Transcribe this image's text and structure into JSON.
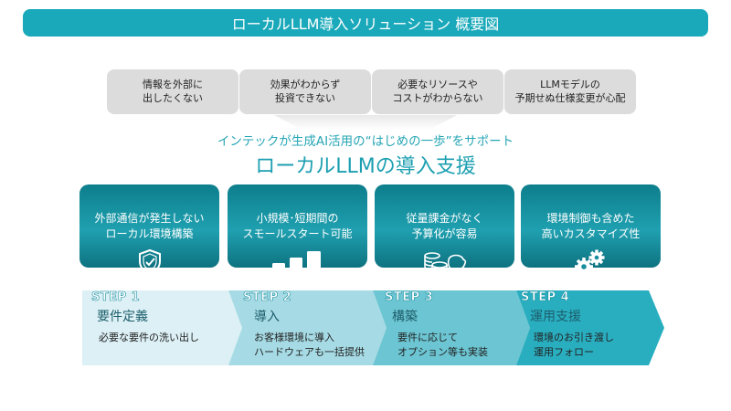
{
  "title": "ローカルLLM導入ソリューション 概要図",
  "pains": [
    "情報を外部に\n出したくない",
    "効果がわからず\n投資できない",
    "必要なリソースや\nコストがわからない",
    "LLMモデルの\n予期せぬ仕様変更が心配"
  ],
  "subtitle": "インテックが生成AI活用の“はじめの一歩”をサポート",
  "heading": "ローカルLLMの導入支援",
  "features": [
    {
      "text": "外部通信が発生しない\nローカル環境構築",
      "icon": "shield-check-icon"
    },
    {
      "text": "小規模･短期間の\nスモールスタート可能",
      "icon": "bar-chart-icon"
    },
    {
      "text": "従量課金がなく\n予算化が容易",
      "icon": "coins-piggy-bank-icon"
    },
    {
      "text": "環境制御も含めた\n高いカスタマイズ性",
      "icon": "gears-icon"
    }
  ],
  "steps": [
    {
      "label": "STEP 1",
      "title": "要件定義",
      "body": "必要な要件の洗い出し",
      "color": "#dcf0f5"
    },
    {
      "label": "STEP 2",
      "title": "導入",
      "body": "お客様環境に導入\nハードウェアも一括提供",
      "color": "#a6dbe5"
    },
    {
      "label": "STEP 3",
      "title": "構築",
      "body": "要件に応じて\nオプション等も実装",
      "color": "#6cc5d2"
    },
    {
      "label": "STEP 4",
      "title": "運用支援",
      "body": "環境のお引き渡し\n運用フォロー",
      "color": "#29aec0"
    }
  ]
}
